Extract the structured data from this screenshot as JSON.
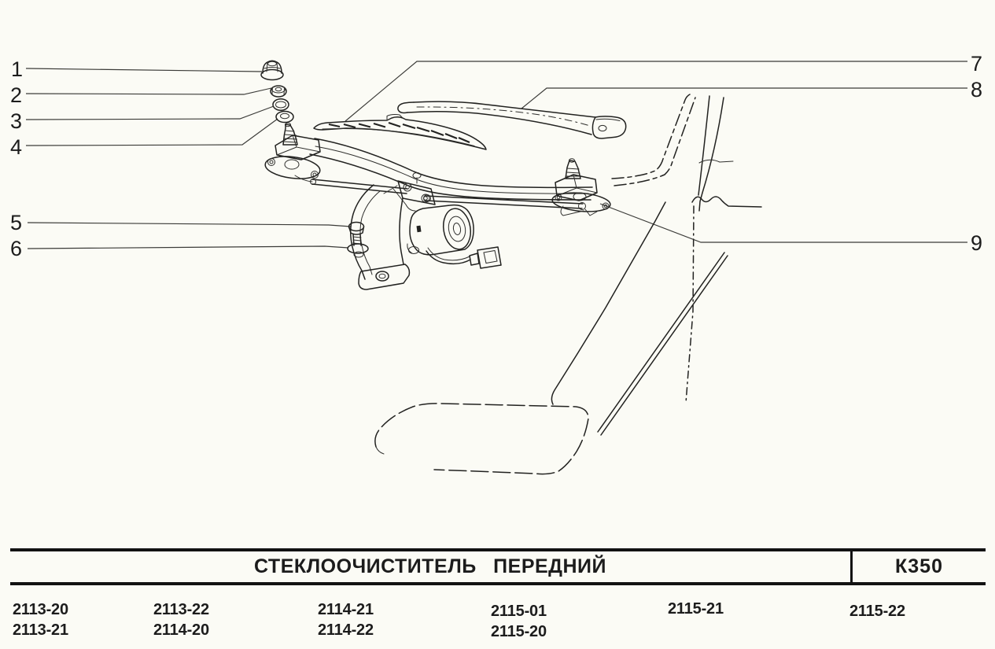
{
  "page": {
    "background_color": "#fbfbf5",
    "ink_color": "#222220"
  },
  "diagram": {
    "description_visible_elements": "exploded view of front windshield wiper assembly on car cowl",
    "callouts": [
      {
        "label": "1"
      },
      {
        "label": "2"
      },
      {
        "label": "3"
      },
      {
        "label": "4"
      },
      {
        "label": "5"
      },
      {
        "label": "6"
      },
      {
        "label": "7"
      },
      {
        "label": "8"
      },
      {
        "label": "9"
      }
    ]
  },
  "table": {
    "title": "СТЕКЛООЧИСТИТЕЛЬ ПЕРЕДНИЙ",
    "code": "К350"
  },
  "model_rows": {
    "row1": [
      "2113-20",
      "2113-22",
      "2114-21",
      "2115-01",
      "2115-21",
      "2115-22"
    ],
    "row2": [
      "2113-21",
      "2114-20",
      "2114-22",
      "2115-20"
    ]
  }
}
